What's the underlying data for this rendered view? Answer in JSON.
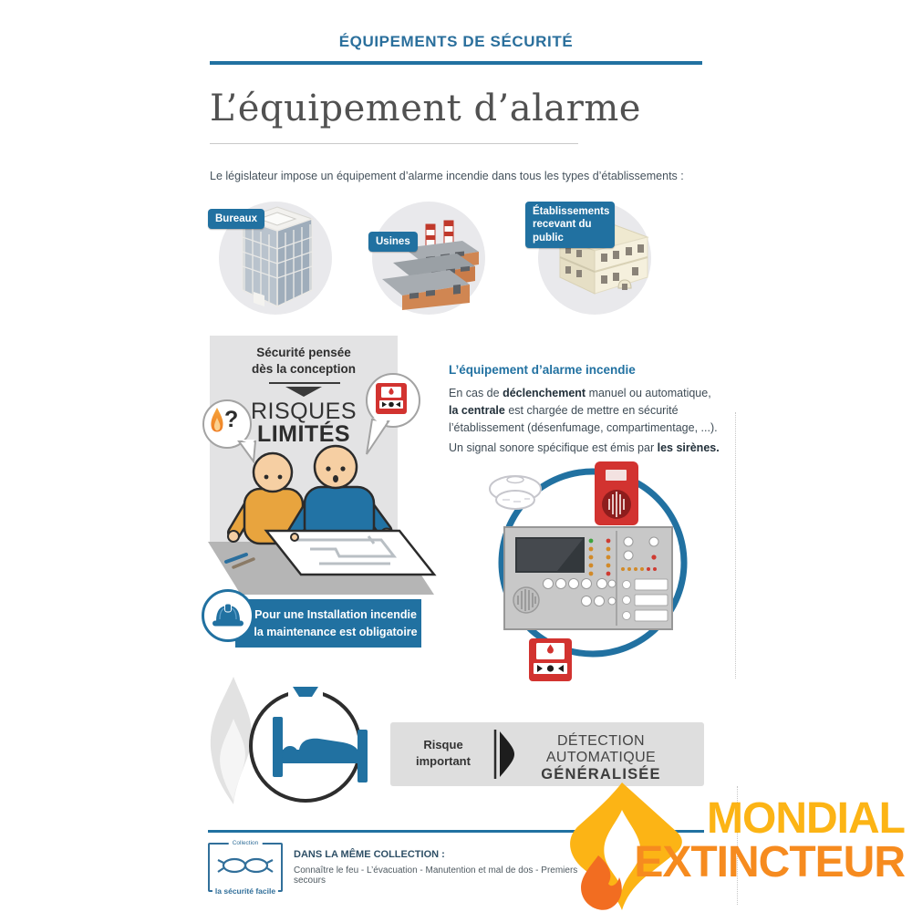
{
  "colors": {
    "accent_blue": "#2171a1",
    "alarm_red": "#d23330",
    "panel_gray": "#c8c8c8",
    "logo_yellow": "#fcb415",
    "logo_orange": "#f68b1f"
  },
  "header": {
    "kicker": "ÉQUIPEMENTS DE SÉCURITÉ",
    "title": "L’équipement d’alarme"
  },
  "intro": {
    "text": "Le législateur impose un équipement d’alarme incendie dans tous les types d’établissements :"
  },
  "establishments": {
    "items": [
      {
        "label": "Bureaux",
        "icon": "office-tower-icon"
      },
      {
        "label": "Usines",
        "icon": "factory-icon"
      },
      {
        "label": "Établissements recevant du public",
        "icon": "public-building-icon"
      }
    ]
  },
  "conception": {
    "heading_line1": "Sécurité pensée",
    "heading_line2": "dès la conception",
    "result_line1": "RISQUES",
    "result_line2": "LIMITÉS",
    "question_mark": "?"
  },
  "alarm_info": {
    "heading": "L’équipement d’alarme incendie",
    "p1_s1": "En cas de ",
    "p1_s2": "déclenchement",
    "p1_s3": " manuel ou automatique, ",
    "p1_s4": "la centrale",
    "p1_s5": " est chargée de mettre en sécurité l’établissement (désenfumage, compartimentage, ...).",
    "p2_s1": "Un signal sonore spécifique est émis par ",
    "p2_s2": "les sirènes."
  },
  "maintenance": {
    "line1": "Pour une Installation incendie",
    "line2": "la maintenance est obligatoire"
  },
  "risk": {
    "label_line1": "Risque",
    "label_line2": "important",
    "result_line1": "DÉTECTION AUTOMATIQUE",
    "result_line2": "GÉNÉRALISÉE"
  },
  "footer": {
    "collection_tag": "Collection",
    "collection_brand": "la sécurité facile",
    "same_collection_title": "DANS LA MÊME COLLECTION :",
    "same_collection_items": "Connaître le feu - L’évacuation - Manutention et mal de dos - Premiers secours"
  },
  "brand": {
    "line1": "MONDIAL",
    "line2": "EXTINCTEUR"
  }
}
